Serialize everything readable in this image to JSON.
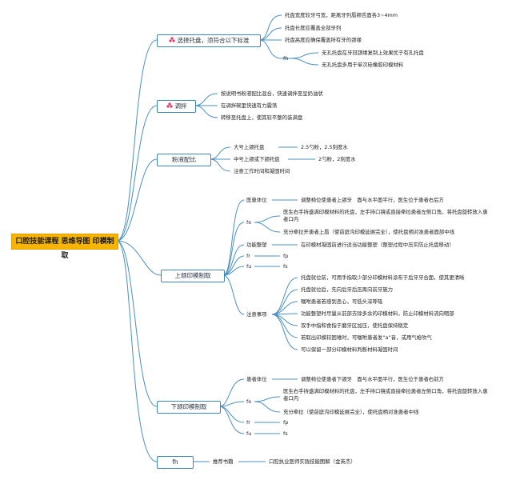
{
  "root": "口腔技能课程 思维导图 印模制取",
  "branches": [
    {
      "title": "选择托盘，须符合以下标准",
      "icon": "flower-icon",
      "items": [
        "托盘宽度较牙弓宽，距离牙列唇颊舌面各3~4mm",
        "托盘长度应覆盖全部牙列",
        "托盘高度应确保覆盖所有牙的颈缘",
        "fh",
        "无孔托盘在牙冠颈缘复制上效果优于有孔托盘",
        "无孔托盘多用于单次硅橡胶印模材料"
      ]
    },
    {
      "title": "调拌",
      "icon": "flower-icon",
      "items": [
        "按说明书粉液配比混合，快速调拌至呈奶油状",
        "在调拌碗里快速有力震荡",
        "转移至托盘上，使其较平整的装满盘"
      ]
    },
    {
      "title": "粉液配比",
      "items": [
        "大号上颌托盘",
        "2.5勺粉，2.5刻度水",
        "中号上颌或下颌托盘",
        "2勺粉，2刻度水",
        "注意工作时间和凝固时间"
      ]
    },
    {
      "title": "上颌印模制取",
      "items": [
        "医患体位",
        "调整椅位使患者上颌牙　面与水平面平行，医生位于患者右后方",
        "fo",
        "医生右手持盛满印模材料的托盘，左手持口镜或直接牵拉患者左侧口角，将托盘旋转放入患者口内",
        "充分牵拉开患者上唇（使前庭沟印模延展完全），使托盘柄对准患者面部中线",
        "功能整塑",
        "在印模材凝固前进行适当功能整塑（整塑过程中压实防止托盘移动）",
        "fr",
        "fp",
        "fu",
        "fs",
        "注意事项",
        "托盘就位前，可用手指取少部分印模材料涂布于后牙牙合面，使其更清晰",
        "托盘就位后，先向后牙后压再向前牙施力",
        "嘱咐患者若感到恶心，可低头深呼吸",
        "功能整塑时尽量从前部去除多余的印模材料，防止印模材料流向咽部",
        "双手中指和食指于磨牙区加压，使托盘保持稳定",
        "若取出印模较困难时，可嘱咐患者发“a”音，或用气枪吹气",
        "可以保留一部分印模材料判断材料凝固时间"
      ]
    },
    {
      "title": "下颌印模制取",
      "items": [
        "患者体位",
        "调整椅位使患者下颌牙　面与水平面平行，医生位于患者右前方",
        "fo",
        "医生右手持盛满印模材料的托盘，左手持口镜或直接牵拉患者左侧口角，将托盘旋转放入患者口内",
        "充分牵拉（使前庭沟印模延展完全），使托盘柄对准患者中线",
        "fr",
        "fp",
        "fu",
        "fs"
      ]
    },
    {
      "title": "fh",
      "items": [
        "推荐书籍",
        "口腔执业医师实践技能图解（金英杰）"
      ]
    }
  ],
  "colors": {
    "line": "#4a90c2",
    "node_border": "#3d86b8",
    "root_fill": "#f7b500",
    "icon": "#e0317a"
  }
}
